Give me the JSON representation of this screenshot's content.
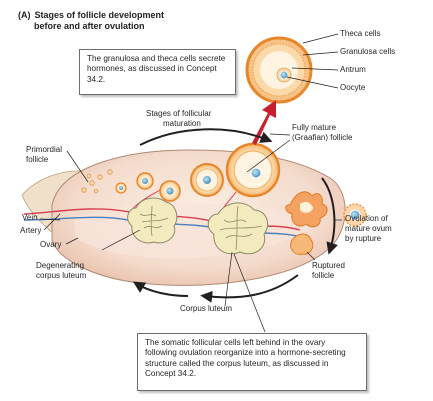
{
  "panel_label": "(A)",
  "title_line1": "Stages of follicle development",
  "title_line2": "before and after ovulation",
  "callout_top": "The granulosa and theca cells secrete hormones, as discussed in Concept 34.2.",
  "callout_bottom": "The somatic follicular cells left behind in the ovary following ovulation reorganize into a hormone-secreting structure called the corpus luteum, as discussed in Concept 34.2.",
  "labels": {
    "theca_cells": "Theca cells",
    "granulosa_cells": "Granulosa cells",
    "antrum": "Antrum",
    "oocyte": "Oocyte",
    "stages_line1": "Stages of follicular",
    "stages_line2": "maturation",
    "mature_line1": "Fully mature",
    "mature_line2": "(Graafian) follicle",
    "primordial_line1": "Primordial",
    "primordial_line2": "follicle",
    "vein": "Vein",
    "artery": "Artery",
    "ovary": "Ovary",
    "ovulation_line1": "Ovulation of",
    "ovulation_line2": "mature ovum",
    "ovulation_line3": "by rupture",
    "degenerating_line1": "Degenerating",
    "degenerating_line2": "corpus luteum",
    "corpus_luteum": "Corpus luteum",
    "ruptured_line1": "Ruptured",
    "ruptured_line2": "follicle"
  },
  "colors": {
    "ovary_fill": "#f3e7da",
    "stroma": "#f6cfc6",
    "follicle_ring": "#e8862a",
    "follicle_inner": "#fbe5c4",
    "oocyte": "#63a6c9",
    "corpus_luteum": "#f3ebbd",
    "arrow_red": "#c8202e",
    "artery": "#d64050",
    "vein": "#4a7fc0"
  }
}
